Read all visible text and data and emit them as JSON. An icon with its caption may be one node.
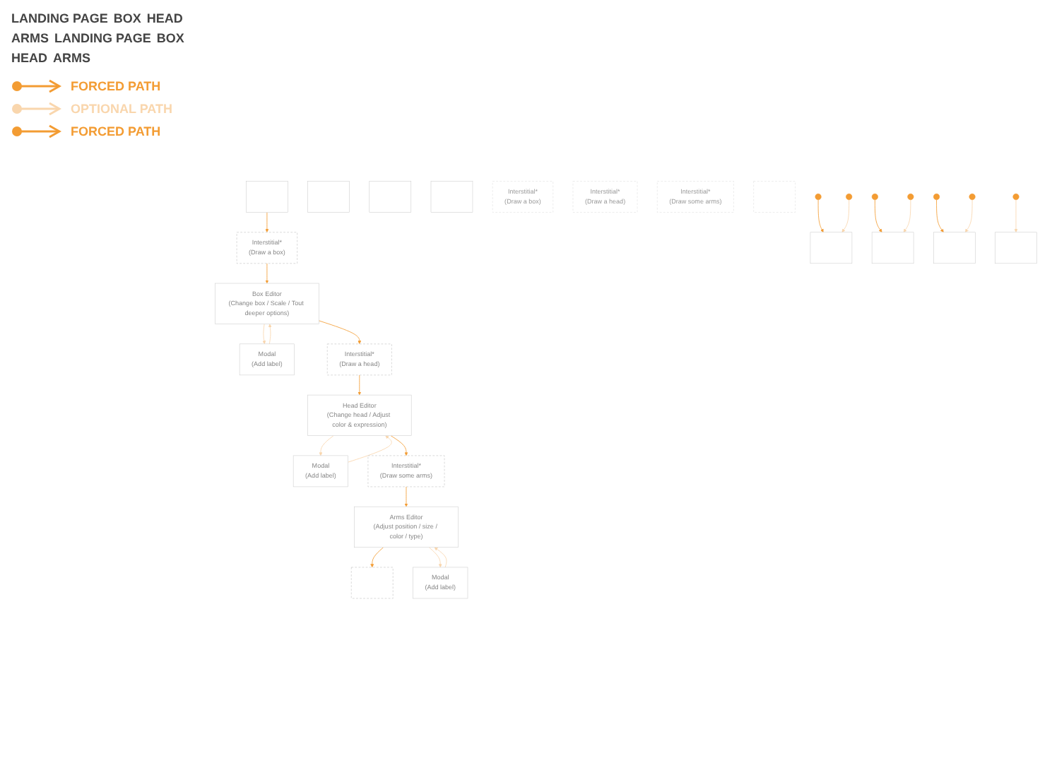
{
  "diagram": {
    "nodes": [
      {
        "text": [],
        "shape": "box"
      },
      {
        "text": [
          "Interstitial*",
          "(Draw a box)"
        ]
      },
      {
        "text": [
          "Box Editor",
          "(Change box / Scale / Tout deeper options)"
        ]
      },
      {
        "text": [
          "Modal",
          "(Add label)"
        ]
      },
      {
        "text": [
          "Interstitial*",
          "(Draw a head)"
        ]
      },
      {
        "text": [
          "Head Editor",
          "(Change head / Adjust color & expression)"
        ]
      },
      {
        "text": [
          "Modal",
          "(Add label)"
        ]
      },
      {
        "text": [
          "Interstitial*",
          "(Draw some arms)"
        ]
      },
      {
        "text": [
          "Arms Editor",
          "(Adjust position / size / color / type)"
        ]
      },
      {
        "text": [
          "Modal",
          "(Add label)"
        ]
      },
      {
        "text": [],
        "shape": "box"
      },
      {
        "text": [],
        "shape": "box"
      },
      {
        "text": [],
        "shape": "box"
      },
      {
        "text": [],
        "shape": "box"
      },
      {
        "text": [
          "Interstitial*",
          "(Draw a box)"
        ]
      },
      {
        "text": [
          "Interstitial*",
          "(Draw a head)"
        ]
      },
      {
        "text": [
          "Interstitial*",
          "(Draw some arms)"
        ]
      },
      {
        "text": [],
        "shape": "box"
      },
      {
        "text": [],
        "shape": "box"
      },
      {
        "text": [],
        "shape": "box"
      },
      {
        "text": [],
        "shape": "box"
      },
      {
        "text": [],
        "shape": "box"
      }
    ],
    "edges": [
      {
        "from": 0,
        "to": 1,
        "arrow": "to"
      },
      {
        "from": 1,
        "to": 2,
        "arrow": "to"
      },
      {
        "from": 2,
        "to": 4,
        "arrow": "to"
      },
      {
        "from": 4,
        "to": 5,
        "arrow": "to"
      },
      {
        "from": 5,
        "to": 7,
        "arrow": "to"
      },
      {
        "from": 7,
        "to": 8,
        "arrow": "to"
      },
      {
        "from": 8,
        "to": 10,
        "arrow": "to"
      },
      {
        "from": 2,
        "to": 3,
        "arrow": "to",
        "color": "#f9d6ad"
      },
      {
        "from": 3,
        "to": 2,
        "arrow": "to",
        "color": "#f9d6ad"
      },
      {
        "from": 5,
        "to": 6,
        "arrow": "to",
        "color": "#f9d6ad"
      },
      {
        "from": 6,
        "to": 5,
        "arrow": "to",
        "color": "#f9d6ad"
      },
      {
        "from": 8,
        "to": 9,
        "arrow": "to",
        "color": "#f9d6ad"
      },
      {
        "from": 9,
        "to": 8,
        "arrow": "to",
        "color": "#f9d6ad"
      },
      {
        "from": null,
        "to": 18,
        "arrow": "to"
      },
      {
        "from": null,
        "to": 19,
        "arrow": "to"
      },
      {
        "from": null,
        "to": 20,
        "arrow": "to"
      },
      {
        "from": null,
        "to": 18,
        "arrow": "to",
        "color": "#f9d6ad"
      },
      {
        "from": null,
        "to": 19,
        "arrow": "to",
        "color": "#f9d6ad"
      },
      {
        "from": null,
        "to": 20,
        "arrow": "to",
        "color": "#f9d6ad"
      },
      {
        "from": null,
        "to": 21,
        "arrow": "to",
        "color": "#f9d6ad"
      }
    ],
    "labels": [
      "LANDING PAGE",
      "BOX",
      "HEAD",
      "ARMS",
      "LANDING PAGE",
      "BOX",
      "HEAD",
      "ARMS"
    ],
    "legend": [
      {
        "text": "FORCED PATH"
      },
      {
        "text": "OPTIONAL PATH"
      },
      {
        "text": "FORCED PATH"
      }
    ]
  }
}
